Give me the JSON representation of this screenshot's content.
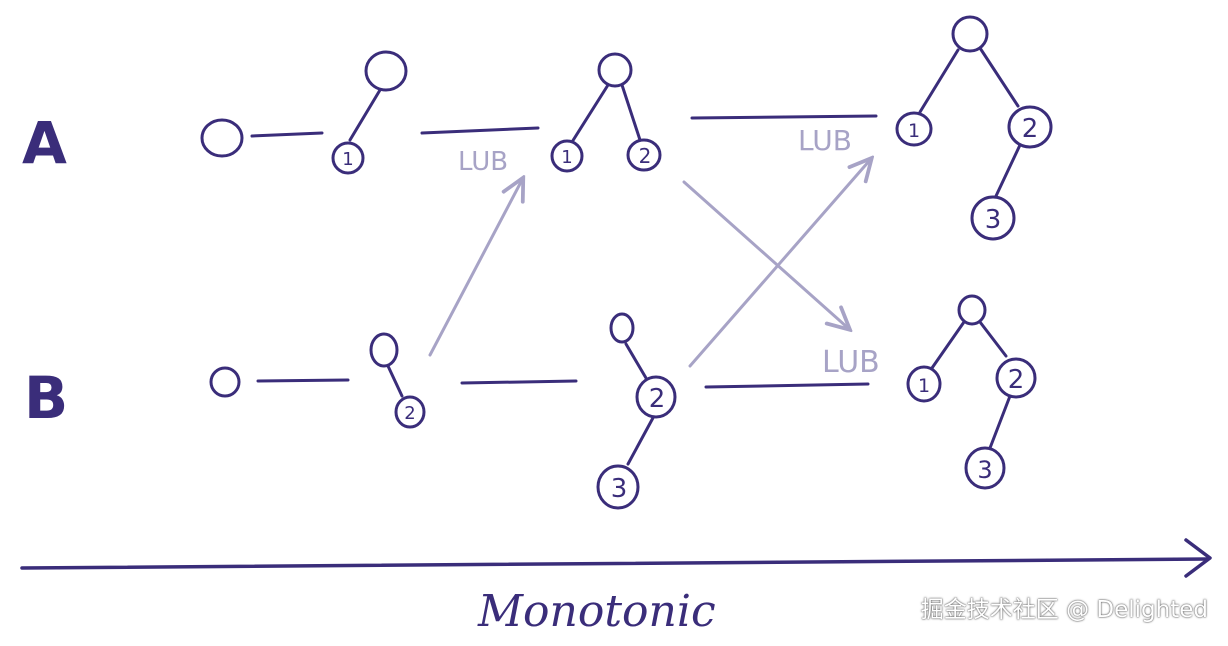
{
  "rows": {
    "a": "A",
    "b": "B"
  },
  "lub_labels": [
    "LUB",
    "LUB",
    "LUB"
  ],
  "node_numbers": {
    "a2_n1": "1",
    "a3_n1": "1",
    "a3_n2": "2",
    "a4_n1": "1",
    "a4_n2": "2",
    "a4_n3": "3",
    "b2_n2": "2",
    "b3_n2": "2",
    "b3_n3": "3",
    "b4_n1": "1",
    "b4_n2": "2",
    "b4_n3": "3"
  },
  "axis": {
    "label": "Monotonic"
  },
  "watermark": "掘金技术社区 @ Delighted",
  "colors": {
    "ink": "#3a2d7a",
    "faded": "#a7a3c6"
  }
}
